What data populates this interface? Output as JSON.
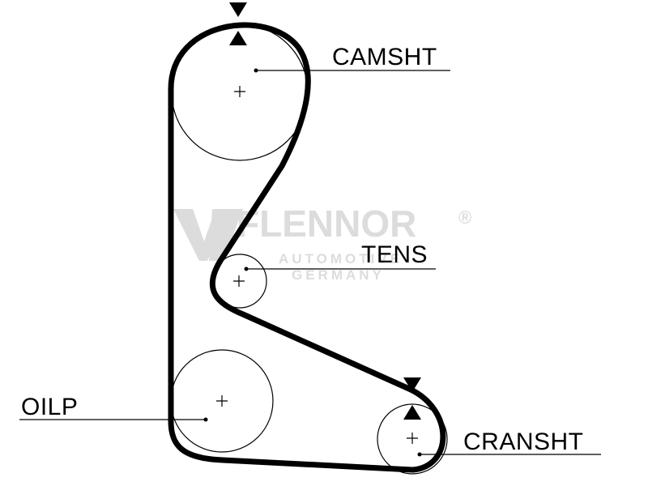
{
  "diagram": {
    "labels": {
      "camshaft": "CAMSHT",
      "tensioner": "TENS",
      "oil_pump": "OILP",
      "crankshaft": "CRANSHT"
    },
    "watermark": {
      "brand": "FLENNOR",
      "line1": "AUTOMOTIVE",
      "line2": "GERMANY",
      "registered": "®",
      "color": "#dcdcdc"
    },
    "colors": {
      "belt": "#000000",
      "pulley_outline": "#000000",
      "background": "#ffffff"
    }
  }
}
